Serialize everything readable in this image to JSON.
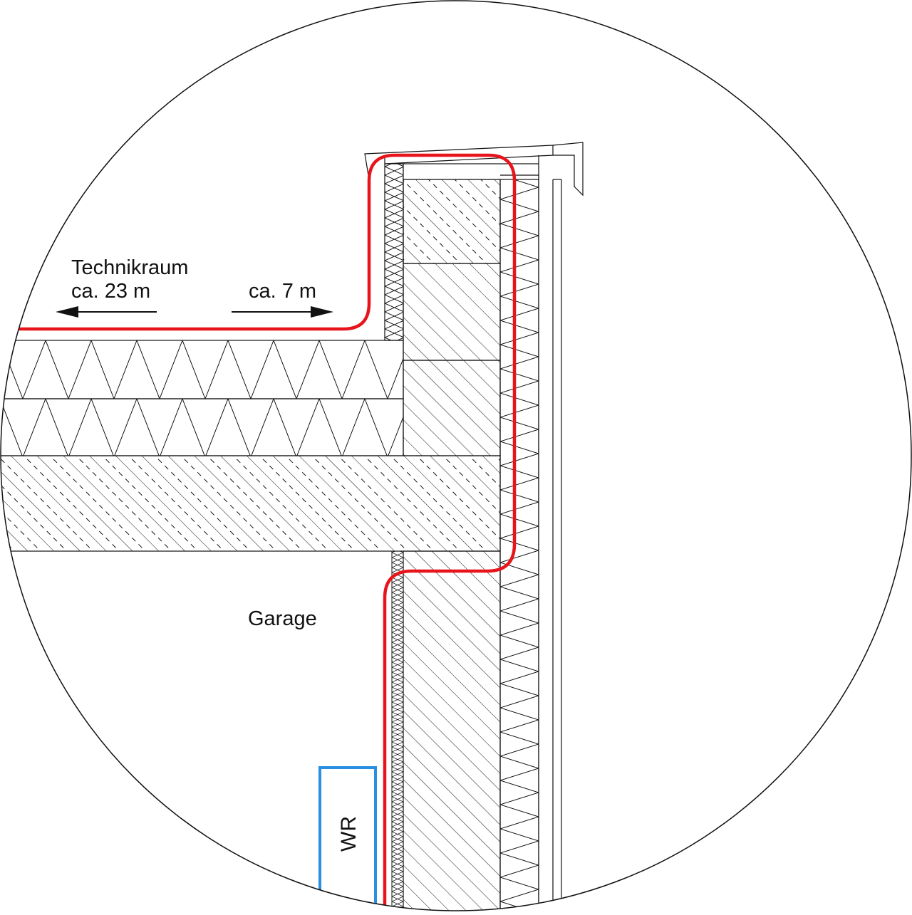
{
  "labels": {
    "technikraum": "Technikraum",
    "distance_left": "ca. 23 m",
    "distance_right": "ca. 7 m",
    "garage": "Garage",
    "inverter": "WR"
  },
  "colors": {
    "cable": "#e8141b",
    "inverter": "#2a8fe3",
    "line": "#111111",
    "background": "#ffffff"
  }
}
